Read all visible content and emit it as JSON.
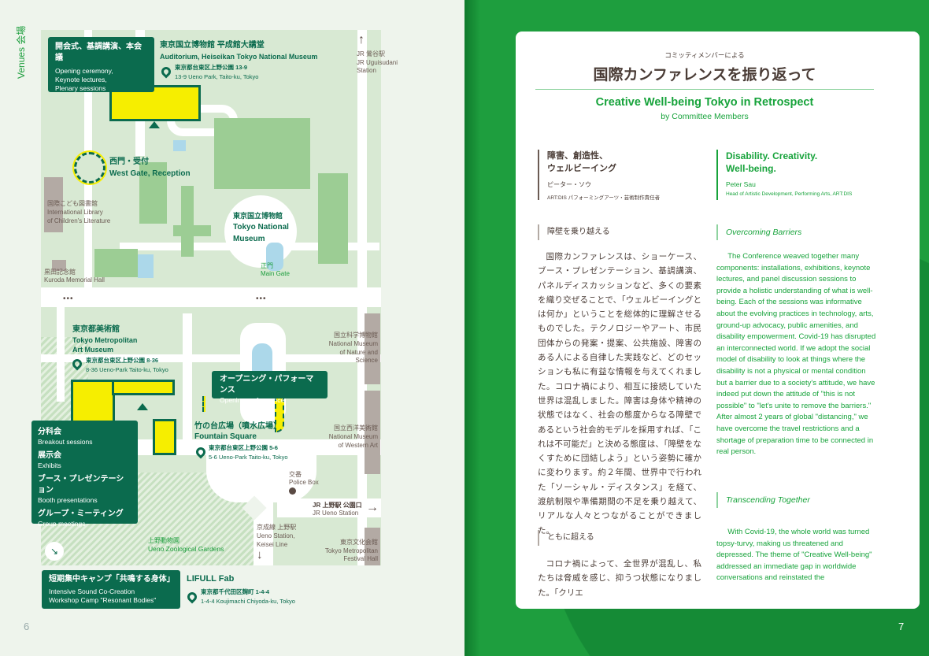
{
  "left_page": {
    "section_label": "Venues 会場",
    "page_number": "6",
    "callouts": {
      "plenary": {
        "jp": "開会式、基調講演、本会議",
        "en": [
          "Opening ceremony,",
          "Keynote lectures,",
          "Plenary sessions"
        ]
      },
      "opening_perf": {
        "jp": "オープニング・パフォーマンス",
        "en": "Opening performance"
      },
      "breakout": [
        {
          "jp": "分科会",
          "en": "Breakout sessions"
        },
        {
          "jp": "展示会",
          "en": "Exhibits"
        },
        {
          "jp": "ブース・プレゼンテーション",
          "en": "Booth presentations"
        },
        {
          "jp": "グループ・ミーティング",
          "en": "Group meetings"
        }
      ],
      "camp": {
        "jp": "短期集中キャンプ「共鳴する身体」",
        "en": [
          "Intensive Sound Co-Creation",
          "Workshop Camp \"Resonant Bodies\""
        ]
      }
    },
    "venues": {
      "auditorium": {
        "jp": "東京国立博物館 平成館大講堂",
        "en": "Auditorium, Heiseikan Tokyo National Museum",
        "addr_jp": "東京都台東区上野公園 13-9",
        "addr_en": "13-9 Ueno Park, Taito-ku, Tokyo"
      },
      "west_gate": {
        "jp": "西門・受付",
        "en": "West Gate, Reception"
      },
      "tnm": {
        "jp": "東京国立博物館",
        "en1": "Tokyo National",
        "en2": "Museum"
      },
      "art_museum": {
        "jp": "東京都美術館",
        "en1": "Tokyo Metropolitan",
        "en2": "Art Museum",
        "addr_jp": "東京都台東区上野公園 8-36",
        "addr_en": "8-36 Ueno-Park Taito-ku, Tokyo"
      },
      "fountain": {
        "jp": "竹の台広場（噴水広場）",
        "en": "Fountain Square",
        "addr_jp": "東京都台東区上野公園 5-6",
        "addr_en": "5-6 Ueno-Park Taito-ku, Tokyo"
      },
      "lifull": {
        "name": "LIFULL Fab",
        "addr_jp": "東京都千代田区麹町 1-4-4",
        "addr_en": "1-4-4 Koujimachi Chiyoda-ku, Tokyo"
      }
    },
    "landmarks": {
      "uguisudani": {
        "jp": "JR 鶯谷駅",
        "en1": "JR Uguisudani",
        "en2": "Station"
      },
      "library": {
        "jp": "国際こども図書館",
        "en1": "International Library",
        "en2": "of Children's Literature"
      },
      "kuroda": {
        "jp": "黒田記念館",
        "en": "Kuroda Memorial Hall"
      },
      "main_gate": {
        "jp": "正門",
        "en": "Main Gate"
      },
      "nature": {
        "jp": "国立科学博物館",
        "en1": "National Museum",
        "en2": "of Nature and",
        "en3": "Science"
      },
      "western": {
        "jp": "国立西洋美術館",
        "en1": "National Museum",
        "en2": "of Western Art"
      },
      "police": {
        "jp": "交番",
        "en": "Police Box"
      },
      "jr_ueno": {
        "jp": "JR 上野駅 公園口",
        "en": "JR Ueno Station"
      },
      "keisei": {
        "jp": "京成線 上野駅",
        "en1": "Ueno Station,",
        "en2": "Keisei Line"
      },
      "festival": {
        "jp": "東京文化会館",
        "en1": "Tokyo Metropolitan",
        "en2": "Festival Hall"
      },
      "zoo": {
        "jp": "上野動物園",
        "en": "Ueno Zoological Gardens"
      }
    }
  },
  "right_page": {
    "page_number": "7",
    "kicker": "コミッティメンバーによる",
    "title_jp": "国際カンファレンスを振り返って",
    "title_en": "Creative Well-being Tokyo in Retrospect",
    "byline_en": "by Committee Members",
    "article_jp": {
      "title1": "障害、創造性、",
      "title2": "ウェルビーイング",
      "author": "ピーター・ソウ",
      "role": "ART:DIS パフォーミングアーツ・芸術制作責任者"
    },
    "article_en": {
      "title1": "Disability. Creativity.",
      "title2": "Well-being.",
      "author": "Peter Sau",
      "role": "Head of Artistic Development, Performing Arts, ART:DIS"
    },
    "sections_jp": [
      {
        "heading": "障壁を乗り越える",
        "body": "国際カンファレンスは、ショーケース、ブース・プレゼンテーション、基調講演、パネルディスカッションなど、多くの要素を織り交ぜることで、「ウェルビーイングとは何か」ということを総体的に理解させるものでした。テクノロジーやアート、市民団体からの発案・提案、公共施設、障害のある人による自律した実践など、どのセッションも私に有益な情報を与えてくれました。コロナ禍により、相互に接続していた世界は混乱しました。障害は身体や精神の状態ではなく、社会の態度からなる障壁であるという社会的モデルを採用すれば、「これは不可能だ」と決める態度は、「障壁をなくすために団結しよう」という姿勢に確かに変わります。約２年間、世界中で行われた「ソーシャル・ディスタンス」を経て、渡航制限や準備期間の不足を乗り越えて、リアルな人々とつながることができました。"
      },
      {
        "heading": "ともに超える",
        "body": "コロナ禍によって、全世界が混乱し、私たちは脅威を感じ、抑うつ状態になりました。「クリエ"
      }
    ],
    "sections_en": [
      {
        "heading": "Overcoming Barriers",
        "body": "The Conference weaved together many components: installations, exhibitions, keynote lectures, and panel discussion sessions to provide a holistic understanding of what is well-being. Each of the sessions was informative about the evolving practices in technology, arts, ground-up advocacy, public amenities, and disability empowerment. Covid-19 has disrupted an interconnected world. If we adopt the social model of disability to look at things where the disability is not a physical or mental condition but a barrier due to a society's attitude, we have indeed put down the attitude of \"this is not possible\" to \"let's unite to remove the barriers.\" After almost 2 years of global \"distancing,\" we have overcome the travel restrictions and a shortage of preparation time to be connected in real person."
      },
      {
        "heading": "Transcending Together",
        "body": "With Covid-19, the whole world was turned topsy-turvy, making us threatened and depressed. The theme of \"Creative Well-being\" addressed an immediate gap in worldwide conversations and reinstated the"
      }
    ]
  },
  "colors": {
    "brand_green": "#1e9e3e",
    "dark_green": "#0b6b4e",
    "highlight_yellow": "#f6ee00"
  }
}
